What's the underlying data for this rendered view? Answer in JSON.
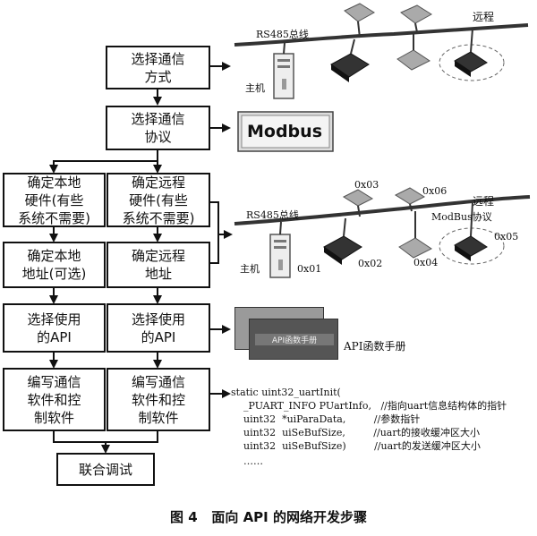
{
  "caption": "图 4   面向 API 的网络开发步骤",
  "steps": {
    "select_comm_method": "选择通信\n方式",
    "select_comm_protocol": "选择通信\n协议",
    "local_hardware": "确定本地\n硬件(有些\n系统不需要)",
    "remote_hardware": "确定远程\n硬件(有些\n系统不需要)",
    "local_address": "确定本地\n地址(可选)",
    "remote_address": "确定远程\n地址",
    "local_api": "选择使用\n的API",
    "remote_api": "选择使用\n的API",
    "local_software": "编写通信\n软件和控\n制软件",
    "remote_software": "编写通信\n软件和控\n制软件",
    "joint_debug": "联合调试"
  },
  "network1": {
    "bus_label": "RS485总线",
    "host_label": "主机",
    "remote_label": "远程"
  },
  "protocol": {
    "logo_text": "Modbus"
  },
  "network2": {
    "bus_label": "RS485总线",
    "host_label": "主机",
    "remote_label": "远程",
    "protocol_label": "ModBus协议",
    "addresses": [
      "0x03",
      "0x06",
      "0x05",
      "0x01",
      "0x02",
      "0x04"
    ]
  },
  "api_manual": {
    "book_title": "API函数手册",
    "label": "API函数手册"
  },
  "code": {
    "lines": [
      "static uint32_uartInit(",
      "    _PUART_INFO PUartInfo,   //指向uart信息结构体的指针",
      "    uint32  *uiParaData,         //参数指针",
      "    uint32  uiSeBufSize,         //uart的接收缓冲区大小",
      "    uint32  uiSeBufSize)         //uart的发送缓冲区大小",
      "    ……"
    ]
  }
}
